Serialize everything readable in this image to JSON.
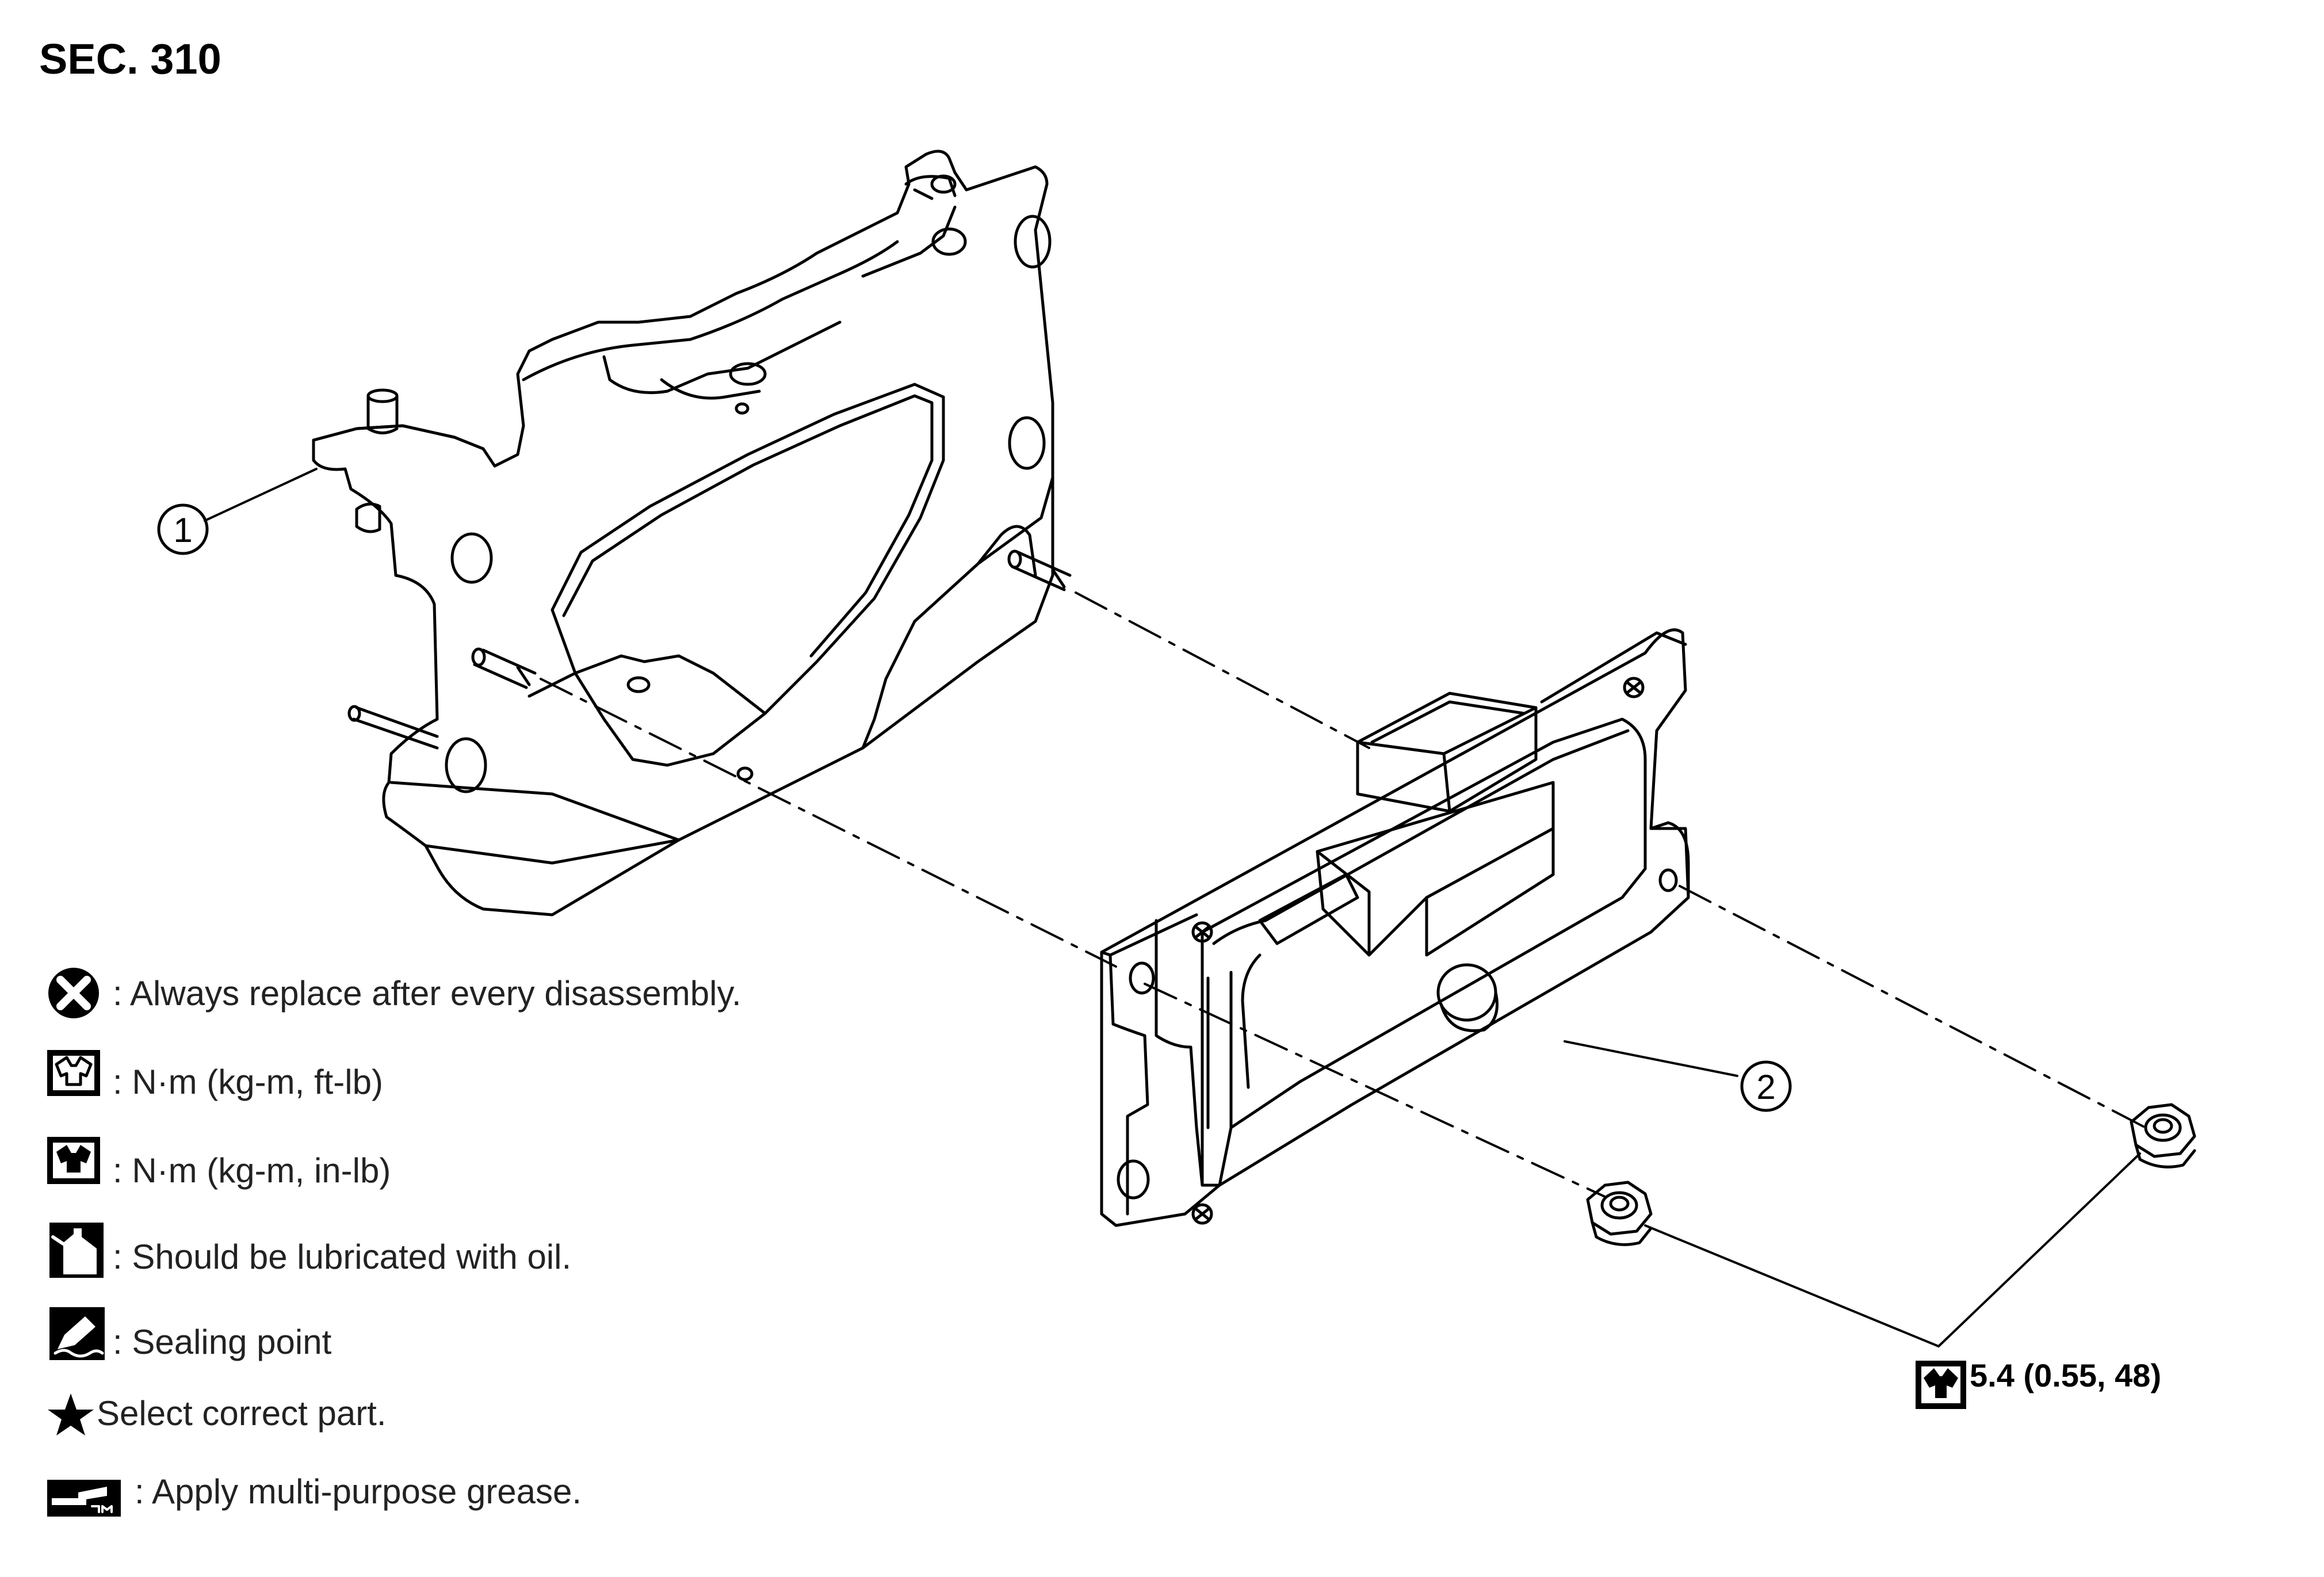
{
  "section": {
    "title": "SEC. 310"
  },
  "callouts": [
    {
      "number": "1"
    },
    {
      "number": "2"
    }
  ],
  "torque": {
    "value": "5.4 (0.55, 48)",
    "icon": "torque-wrench-in-lb-icon"
  },
  "legend": [
    {
      "icon": "replace-x-icon",
      "text": ": Always replace after every disassembly."
    },
    {
      "icon": "torque-wrench-ft-lb-icon",
      "text": ": N·m (kg-m, ft-lb)"
    },
    {
      "icon": "torque-wrench-in-lb-icon",
      "text": ": N·m (kg-m, in-lb)"
    },
    {
      "icon": "oil-can-icon",
      "text": ": Should be lubricated with oil."
    },
    {
      "icon": "sealing-point-icon",
      "text": ": Sealing point"
    },
    {
      "icon": "star-icon",
      "text": " Select correct part."
    },
    {
      "icon": "grease-gun-icon",
      "text": ": Apply multi-purpose grease."
    }
  ]
}
